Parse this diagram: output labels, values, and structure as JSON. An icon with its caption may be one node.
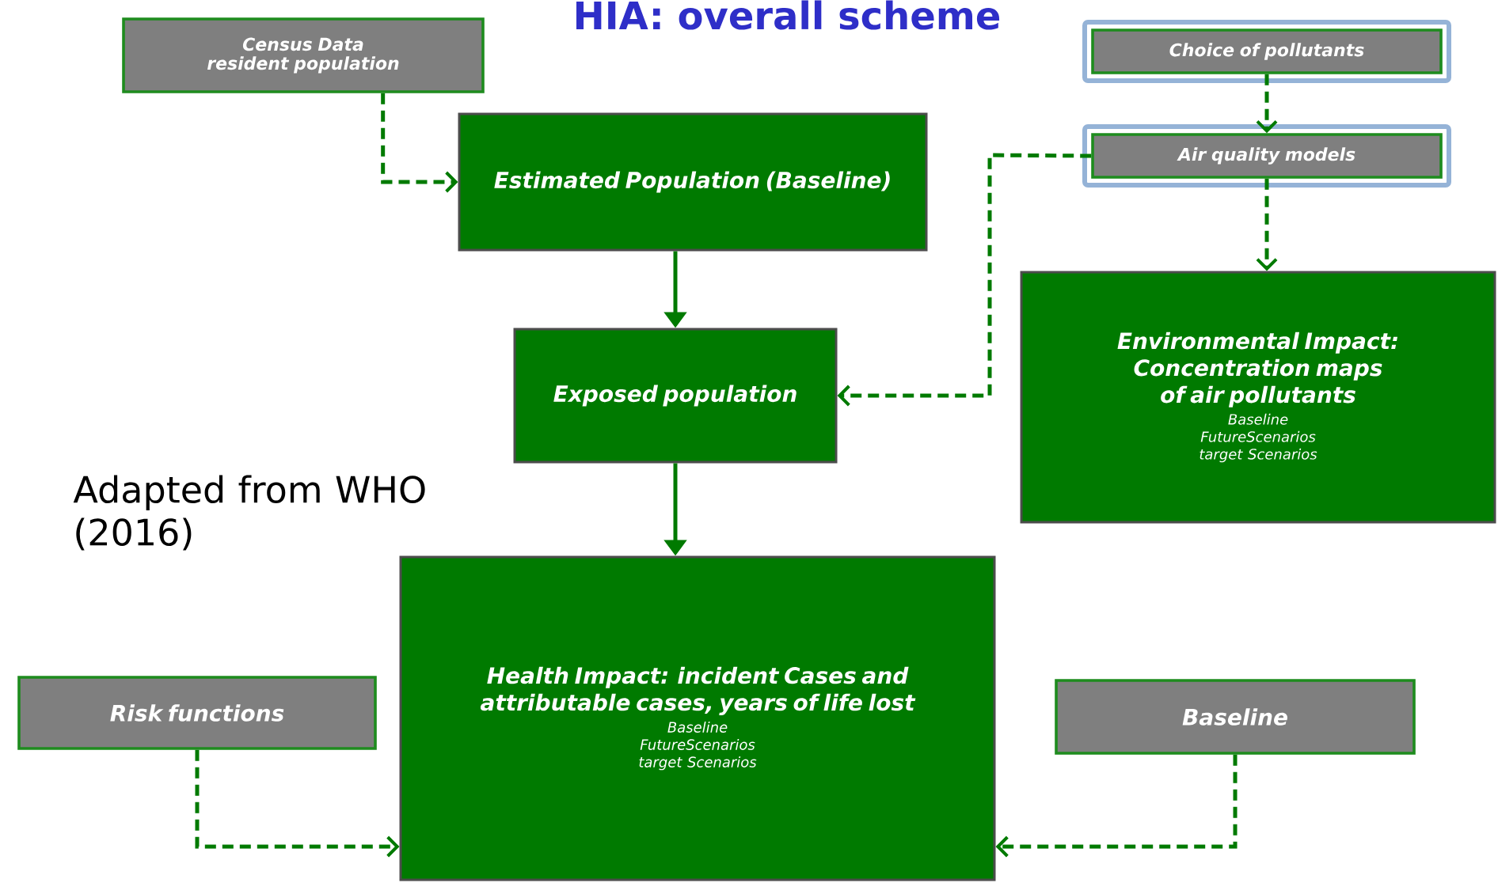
{
  "diagram": {
    "title": "HIA: overall scheme",
    "nodes": [
      {
        "text": [
          "Census Data resident population"
        ]
      },
      {
        "text": [
          "Choice of pollutants"
        ]
      },
      {
        "text": [
          "Air quality models"
        ]
      },
      {
        "text": [
          "Estimated Population (Baseline)"
        ]
      },
      {
        "text": [
          "Exposed population"
        ]
      },
      {
        "text": [
          "Environmental Impact: Concentration maps of air pollutants",
          "Baseline FutureScenarios target Scenarios"
        ]
      },
      {
        "text": [
          "Health Impact: incident Cases and attributable cases, years of life lost",
          "Baseline FutureScenarios target Scenarios"
        ]
      },
      {
        "text": [
          "Risk functions"
        ]
      },
      {
        "text": [
          "Baseline"
        ]
      }
    ],
    "edges": [
      {
        "from": 0,
        "to": 3,
        "arrow": "to",
        "style": "dashed"
      },
      {
        "from": 1,
        "to": 2,
        "arrow": "to",
        "style": "dashed"
      },
      {
        "from": 2,
        "to": 4,
        "arrow": "to",
        "style": "dashed"
      },
      {
        "from": 2,
        "to": 5,
        "arrow": "to",
        "style": "dashed"
      },
      {
        "from": 3,
        "to": 4,
        "arrow": "to"
      },
      {
        "from": 4,
        "to": 6,
        "arrow": "to"
      },
      {
        "from": 7,
        "to": 6,
        "arrow": "to",
        "style": "dashed"
      },
      {
        "from": 8,
        "to": 6,
        "arrow": "to",
        "style": "dashed"
      }
    ],
    "labels": [
      "Adapted from WHO (2016)"
    ]
  }
}
